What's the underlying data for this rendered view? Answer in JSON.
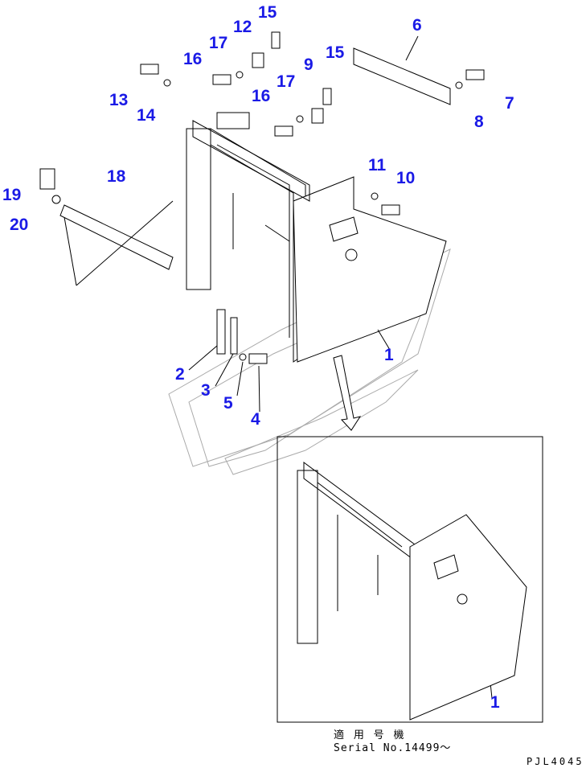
{
  "callouts": [
    "1",
    "2",
    "3",
    "4",
    "5",
    "6",
    "7",
    "8",
    "9",
    "10",
    "11",
    "12",
    "13",
    "14",
    "15",
    "15",
    "16",
    "16",
    "17",
    "17",
    "18",
    "19",
    "20",
    "1"
  ],
  "caption": {
    "japanese": "適 用 号 機",
    "serial": "Serial No.14499～"
  },
  "drawing_code": "PJL4045",
  "colors": {
    "callout": "#1a1ae6",
    "line": "#000000"
  }
}
